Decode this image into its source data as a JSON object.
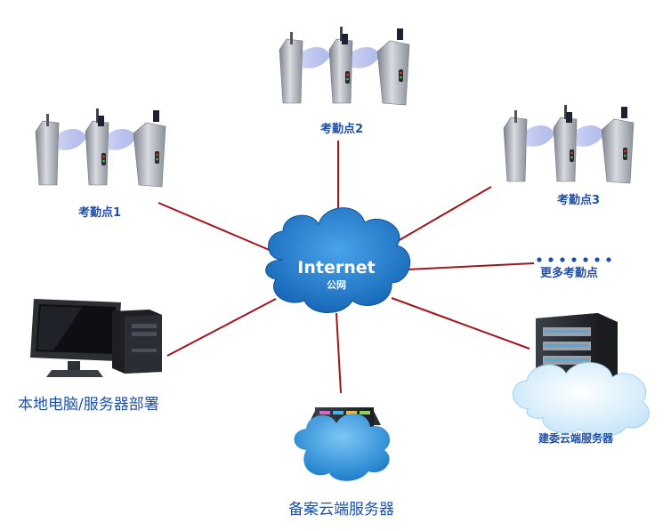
{
  "hub": {
    "title": "Internet",
    "subtitle": "公网"
  },
  "nodes": {
    "site1": {
      "label": "考勤点1",
      "icon": "turnstile-gates-icon"
    },
    "site2": {
      "label": "考勤点2",
      "icon": "turnstile-gates-icon"
    },
    "site3": {
      "label": "考勤点3",
      "icon": "turnstile-gates-icon"
    },
    "more": {
      "label": "更多考勤点",
      "icon": "dots-icon"
    },
    "local": {
      "label": "本地电脑/服务器部署",
      "icon": "desktop-computer-icon"
    },
    "record_cloud": {
      "label": "备案云端服务器",
      "icon": "cloud-server-rack-icon"
    },
    "gov_cloud": {
      "label": "建委云端服务器",
      "icon": "cloud-server-tower-icon"
    }
  },
  "colors": {
    "link": "#a3141c",
    "label": "#1f4fa8",
    "cloud": "#1d7fd0",
    "gate": "#a9aeb6",
    "wing": "#9aa6e6"
  }
}
